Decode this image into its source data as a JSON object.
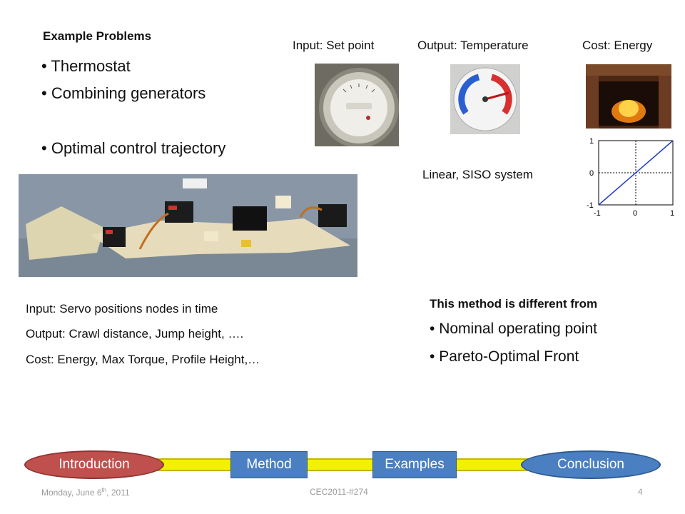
{
  "slide": {
    "heading": "Example Problems",
    "bullets_left": [
      "Thermostat",
      "Combining generators",
      "Optimal control trajectory"
    ],
    "labels_top": {
      "input": "Input: Set point",
      "output": "Output: Temperature",
      "cost": "Cost: Energy"
    },
    "system_label": "Linear, SISO system",
    "plot_ticks": {
      "y": [
        "1",
        "0",
        "-1"
      ],
      "x": [
        "-1",
        "0",
        "1"
      ]
    },
    "robot_lines": [
      "Input: Servo positions nodes in time",
      "Output: Crawl distance, Jump height, ….",
      "Cost: Energy, Max Torque, Profile Height,…"
    ],
    "diff_heading": "This method is different from",
    "diff_bullets": [
      "Nominal operating point",
      "Pareto-Optimal Front"
    ]
  },
  "nav": {
    "introduction": "Introduction",
    "method": "Method",
    "examples": "Examples",
    "conclusion": "Conclusion"
  },
  "footer": {
    "date_prefix": "Monday, June 6",
    "date_sup": "th",
    "date_suffix": ", 2011",
    "center": "CEC2011-#274",
    "page": "4"
  },
  "colors": {
    "intro_fill": "#c0504d",
    "nav_blue": "#4a7fc1",
    "nav_track": "#f2f200"
  }
}
